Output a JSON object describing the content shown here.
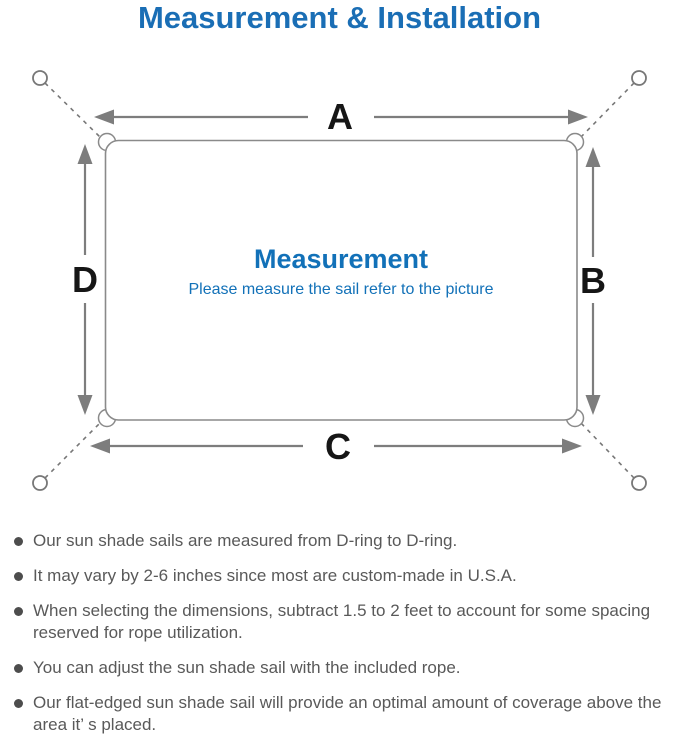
{
  "title": "Measurement & Installation",
  "diagram": {
    "side_labels": {
      "top": "A",
      "right": "B",
      "bottom": "C",
      "left": "D"
    },
    "center_title": "Measurement",
    "center_subtitle": "Please measure the sail refer to the picture",
    "colors": {
      "accent_blue": "#1a6eb5",
      "center_text_blue": "#1271b8",
      "outline_gray": "#8a8a8a",
      "arrow_gray": "#7d7d7d",
      "label_black": "#161616",
      "bullet_text_gray": "#595959"
    }
  },
  "bullets": [
    "Our sun shade sails are measured from D-ring to D-ring.",
    "It may vary by 2-6 inches since most are custom-made in U.S.A.",
    "When selecting the dimensions, subtract 1.5 to 2 feet to account for some spacing reserved for rope utilization.",
    "You can adjust the sun shade sail with the included rope.",
    "Our flat-edged sun shade sail will provide an optimal amount of coverage above the area it’ s placed."
  ]
}
